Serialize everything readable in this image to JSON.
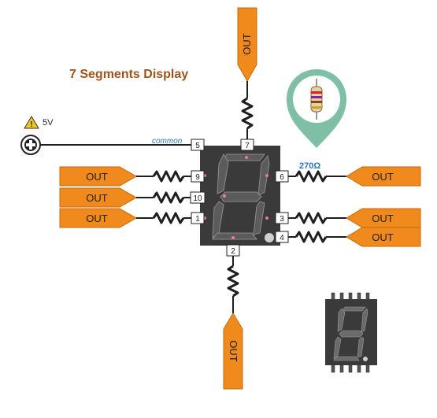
{
  "title": "7 Segments Display",
  "voltage_label": "5V",
  "common_label": "common",
  "resistor_value": "270Ω",
  "out_label": "OUT",
  "pins": {
    "p5": "5",
    "p7": "7",
    "p9": "9",
    "p6": "6",
    "p10": "10",
    "p1": "1",
    "p3": "3",
    "p4": "4",
    "p2": "2"
  },
  "colors": {
    "out_fill": "#f08a1c",
    "out_stroke": "#c56a0b",
    "display_body": "#3a3a3a",
    "segment": "#5b5b5b",
    "segment_edge": "#8a8a8a",
    "callout": "#7fbfa5",
    "wire": "#1e1e1e",
    "title": "#a0541c",
    "blue_text": "#2a77b5"
  }
}
